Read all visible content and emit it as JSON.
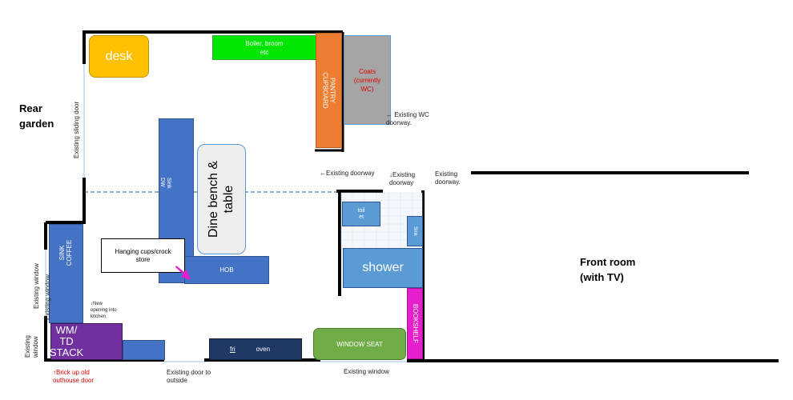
{
  "labels": {
    "rear_garden": "Rear\ngarden",
    "front_room": "Front room\n(with TV)",
    "desk": "desk",
    "boiler": "Boiler, broom\netc",
    "pantry": "PANTRY\nCUPBOARD",
    "coats": "Coats\n(currently\nWC)",
    "existing_wc_doorway": "← Existing WC\ndoorway.",
    "existing_sliding_door": "Existing sliding door",
    "sink_dw": "Sink\nDW",
    "dine_bench": "Dine bench &\ntable",
    "existing_doorway_left": "←Existing doorway",
    "existing_doorway_mid": "↓Existing\ndoorway",
    "existing_doorway_right": "Existing\ndoorway.",
    "toilet": "toil\net",
    "sink_small": "Sink",
    "shower": "shower",
    "sink_coffee": "SINK\nCOFFEE",
    "hanging_cups": "Hanging cups/crock\nstore",
    "hob": "HOB",
    "existing_window_1": "Existing window",
    "existing_window_2": "Existing window",
    "existing_window_3": "Existing\nwindow",
    "new_opening": "↓New\nopening into\nkitchen",
    "wm_td": "WM/\nTD\nSTACK",
    "fridge": "fri",
    "oven": "oven",
    "window_seat": "WINDOW SEAT",
    "bookshelf": "BOOKSHELF",
    "brick_up": "↑Brick up old\nouthouse door",
    "existing_door_outside": "Existing door to\noutside",
    "existing_window_bottom": "Existing window"
  },
  "colors": {
    "desk": "#FFC000",
    "boiler": "#00E600",
    "pantry": "#ED7D31",
    "coats": "#A5A5A5",
    "blue": "#4472C4",
    "shower_blue": "#5B9BD5",
    "grey_panel": "#EEEEEE",
    "purple": "#7030A0",
    "navy": "#1F3864",
    "green": "#70AD47",
    "magenta": "#E61ECC",
    "red_text": "#E00000"
  }
}
